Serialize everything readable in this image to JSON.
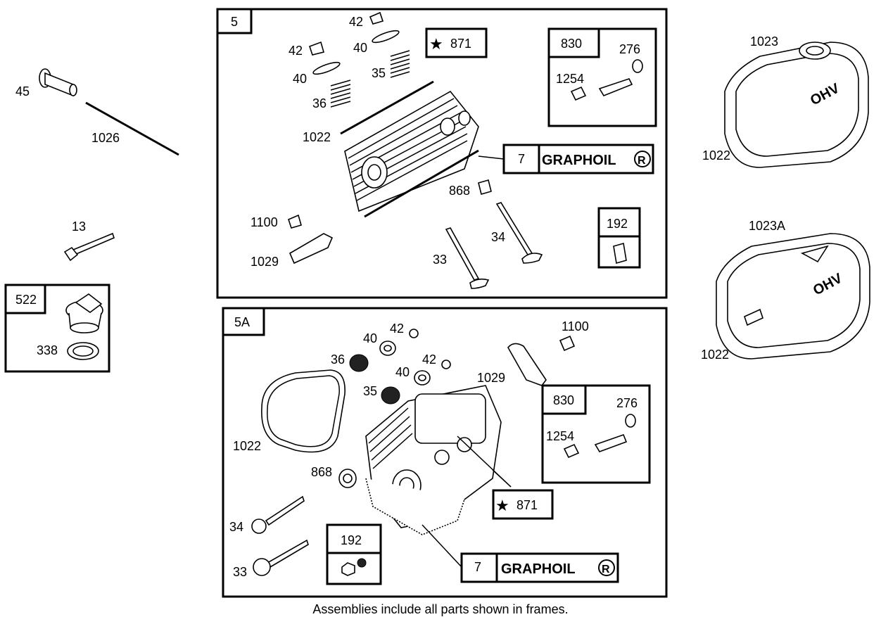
{
  "footer_note": "Assemblies include all parts shown in frames.",
  "frames": {
    "upper": {
      "tag": "5"
    },
    "lower": {
      "tag": "5A"
    }
  },
  "kits": {
    "upper_871": "871",
    "upper_830": "830",
    "upper_192": "192",
    "upper_7": "7",
    "lower_871": "871",
    "lower_830": "830",
    "lower_192": "192",
    "lower_7": "7",
    "left_522": "522"
  },
  "graphoil": "GRAPHOIL",
  "registered_symbol": "R",
  "labels": {
    "p45": "45",
    "p1026": "1026",
    "p13": "13",
    "p338": "338",
    "u42a": "42",
    "u42b": "42",
    "u40a": "40",
    "u40b": "40",
    "u35": "35",
    "u36": "36",
    "u1022": "1022",
    "u868": "868",
    "u1100": "1100",
    "u1029": "1029",
    "u33": "33",
    "u34": "34",
    "u276": "276",
    "u1254": "1254",
    "l42a": "42",
    "l42b": "42",
    "l40a": "40",
    "l40b": "40",
    "l36": "36",
    "l35": "35",
    "l1022": "1022",
    "l868": "868",
    "l34": "34",
    "l33": "33",
    "l1100": "1100",
    "l1029": "1029",
    "l276": "276",
    "l1254": "1254",
    "r1023": "1023",
    "r1022a": "1022",
    "r1023A": "1023A",
    "r1022b": "1022"
  },
  "cover_text": "OHV"
}
